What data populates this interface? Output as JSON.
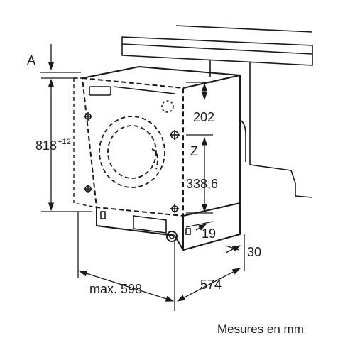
{
  "dimensions": {
    "a_label": "A",
    "height": "818",
    "height_tolerance": "+12",
    "top_offset": "202",
    "z_label": "Z",
    "z_height": "338,6",
    "bottom_offset": "19",
    "depth_extra": "30",
    "width": "max. 598",
    "depth": "574"
  },
  "units_note": "Mesures en mm",
  "colors": {
    "line": "#1a1a1a",
    "background": "#ffffff"
  }
}
